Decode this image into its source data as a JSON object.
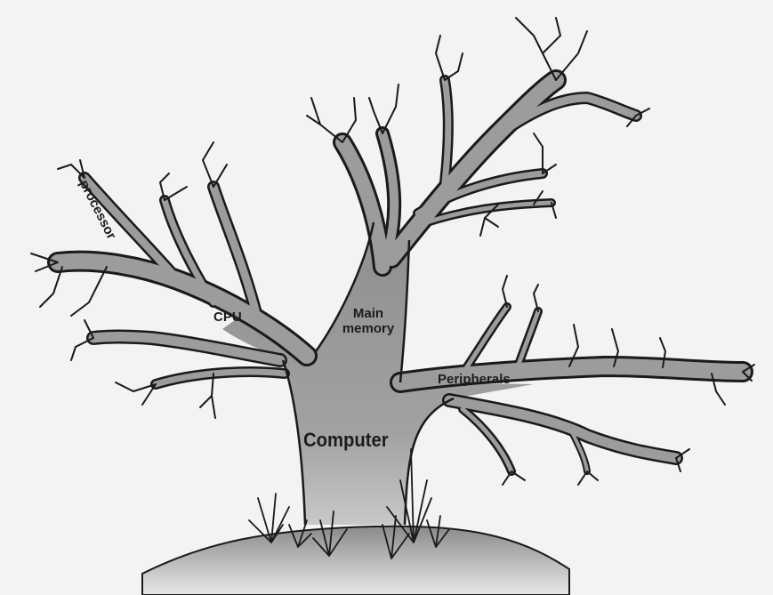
{
  "diagram": {
    "labels": {
      "trunk": "Computer",
      "left_branch": "CPU",
      "left_twig": "processor",
      "center_branch": "Main memory",
      "right_branch": "Peripherals"
    }
  },
  "colors": {
    "background": "#f3f3f3",
    "branch_fill": "#9a9a9a",
    "outline": "#1a1a1a",
    "ground": "#8c8c8c"
  }
}
